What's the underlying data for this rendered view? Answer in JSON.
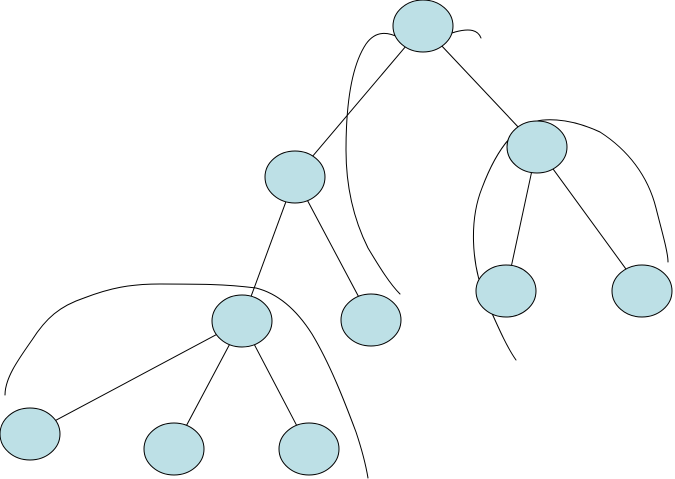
{
  "diagram": {
    "type": "tree",
    "node_fill": "#bde0e6",
    "stroke_color": "#000000",
    "nodes": [
      {
        "id": "root"
      },
      {
        "id": "n-left"
      },
      {
        "id": "n-right"
      },
      {
        "id": "n-left-left"
      },
      {
        "id": "n-left-right"
      },
      {
        "id": "n-right-left"
      },
      {
        "id": "n-right-right"
      },
      {
        "id": "n-ll-1"
      },
      {
        "id": "n-ll-2"
      },
      {
        "id": "n-ll-3"
      }
    ],
    "edges": [
      {
        "from": "root",
        "to": "n-left"
      },
      {
        "from": "root",
        "to": "n-right"
      },
      {
        "from": "n-left",
        "to": "n-left-left"
      },
      {
        "from": "n-left",
        "to": "n-left-right"
      },
      {
        "from": "n-right",
        "to": "n-right-left"
      },
      {
        "from": "n-right",
        "to": "n-right-right"
      },
      {
        "from": "n-left-left",
        "to": "n-ll-1"
      },
      {
        "from": "n-left-left",
        "to": "n-ll-2"
      },
      {
        "from": "n-left-left",
        "to": "n-ll-3"
      }
    ],
    "annotations": [
      {
        "id": "subtree-outline-root"
      },
      {
        "id": "subtree-outline-right"
      },
      {
        "id": "subtree-outline-left-left"
      }
    ]
  }
}
